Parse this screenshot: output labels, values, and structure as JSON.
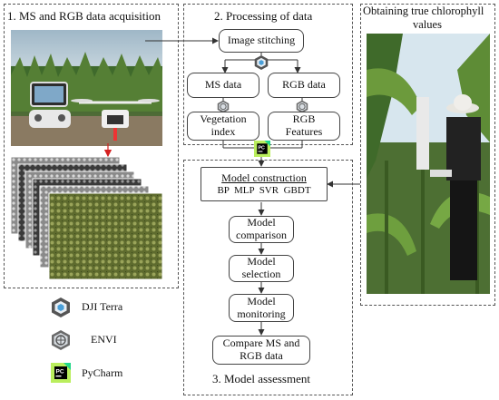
{
  "panels": {
    "acquisition": {
      "title": "1. MS and RGB data acquisition"
    },
    "processing": {
      "title": "2. Processing of data"
    },
    "assessment": {
      "title": "3. Model assessment"
    },
    "chlorophyll": {
      "title_line1": "Obtaining true chlorophyll",
      "title_line2": "values"
    }
  },
  "nodes": {
    "image_stitching": "Image stitching",
    "ms_data": "MS data",
    "rgb_data": "RGB data",
    "vegetation_index_1": "Vegetation",
    "vegetation_index_2": "index",
    "rgb_features_1": "RGB",
    "rgb_features_2": "Features",
    "model_construction": "Model construction",
    "model_list": "BP  MLP  SVR  GBDT",
    "model_comparison_1": "Model",
    "model_comparison_2": "comparison",
    "model_selection_1": "Model",
    "model_selection_2": "selection",
    "model_monitoring_1": "Model",
    "model_monitoring_2": "monitoring",
    "compare_1": "Compare MS and",
    "compare_2": "RGB data"
  },
  "legend": [
    {
      "label": "DJI Terra",
      "icon": "dji-terra-icon"
    },
    {
      "label": "ENVI",
      "icon": "envi-icon"
    },
    {
      "label": "PyCharm",
      "icon": "pycharm-icon"
    }
  ],
  "colors": {
    "dji_icon": "#4a9fd8",
    "pycharm_green": "#21d789",
    "pycharm_dark": "#000000",
    "leaf": "#4d7a2e",
    "sky": "#cfe0ea"
  }
}
